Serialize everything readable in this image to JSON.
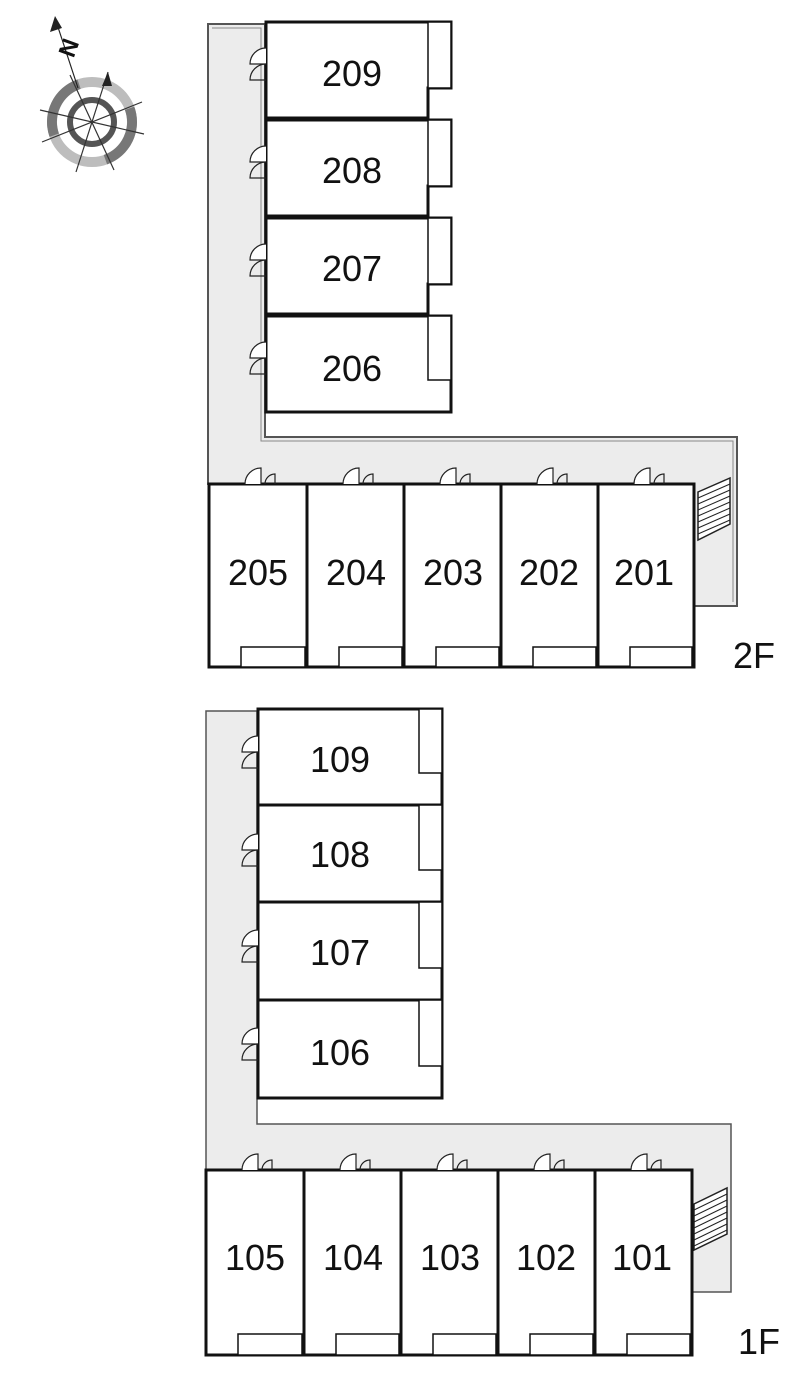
{
  "compass": {
    "north_letter": "N",
    "icon": "compass-icon"
  },
  "floors": [
    {
      "label": "2F",
      "side_units": [
        "209",
        "208",
        "207",
        "206"
      ],
      "row_units": [
        "205",
        "204",
        "203",
        "202",
        "201"
      ]
    },
    {
      "label": "1F",
      "side_units": [
        "109",
        "108",
        "107",
        "106"
      ],
      "row_units": [
        "105",
        "104",
        "103",
        "102",
        "101"
      ]
    }
  ],
  "colors": {
    "corridor": "#ececec",
    "wall": "#111111",
    "background": "#ffffff"
  }
}
